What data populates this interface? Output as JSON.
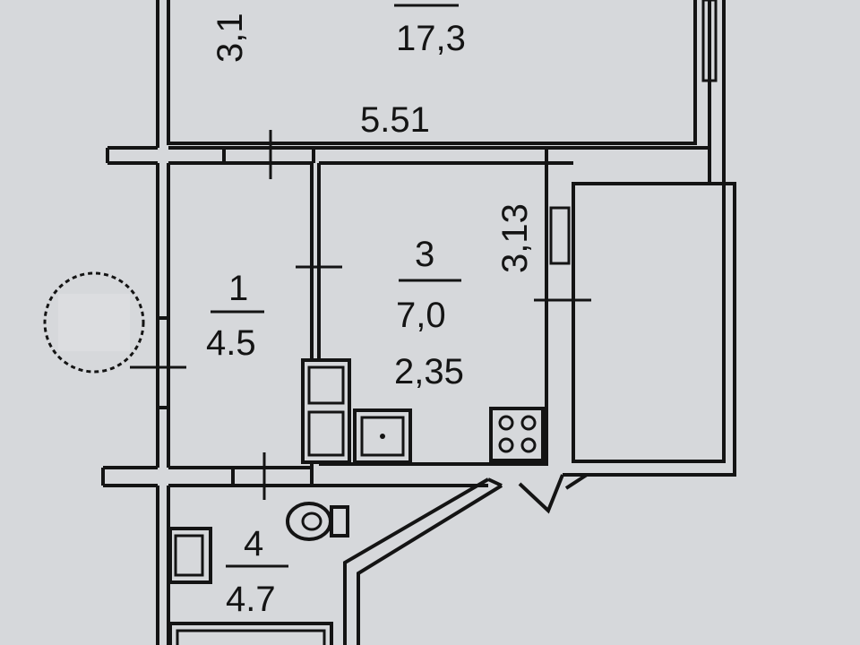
{
  "rooms": {
    "living": {
      "area": "17,3",
      "width": "5.51",
      "length": "3,1"
    },
    "hall": {
      "number": "1",
      "area": "4.5"
    },
    "kitchen": {
      "number": "3",
      "area": "7,0",
      "width": "2,35",
      "length": "3,13"
    },
    "bathroom": {
      "number": "4",
      "area": "4.7"
    }
  },
  "colors": {
    "background": "#d6d8db",
    "line": "#141414"
  }
}
